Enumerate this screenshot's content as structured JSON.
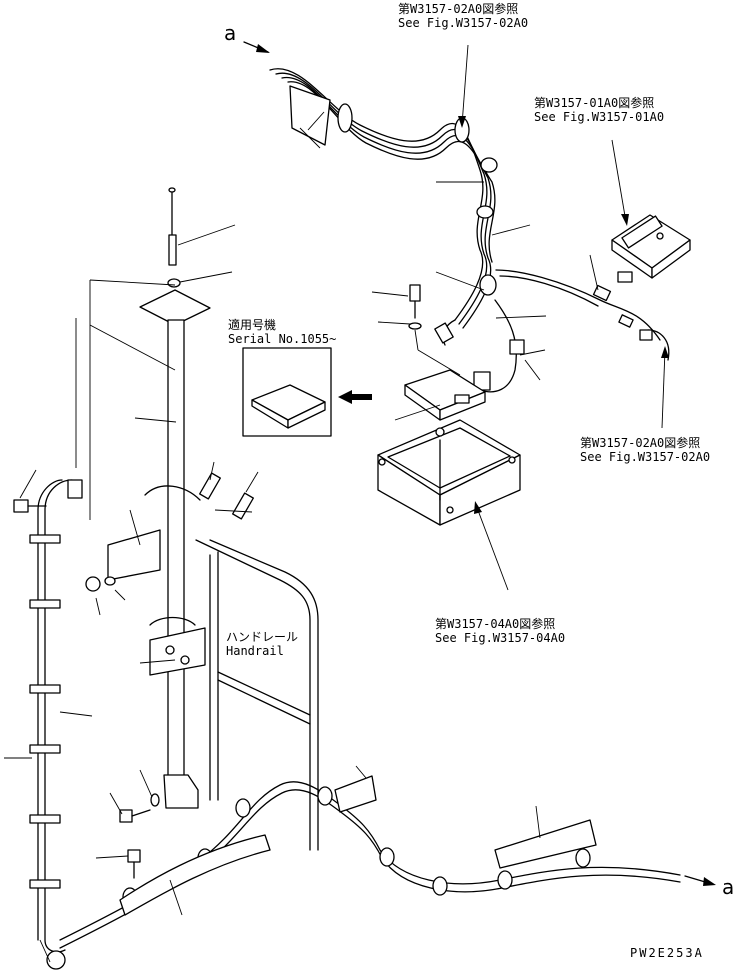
{
  "ref_top": {
    "line1": "第W3157-02A0図参照",
    "line2": "See Fig.W3157-02A0"
  },
  "ref_ctrl": {
    "line1": "第W3157-01A0図参照",
    "line2": "See Fig.W3157-01A0"
  },
  "ref_right": {
    "line1": "第W3157-02A0図参照",
    "line2": "See Fig.W3157-02A0"
  },
  "ref_box": {
    "line1": "第W3157-04A0図参照",
    "line2": "See Fig.W3157-04A0"
  },
  "serial": {
    "line1": "適用号機",
    "line2": "Serial No.1055~"
  },
  "handrail": {
    "jp": "ハンドレール",
    "en": "Handrail"
  },
  "mark_a": "a",
  "drawing_code": "PW2E253A"
}
